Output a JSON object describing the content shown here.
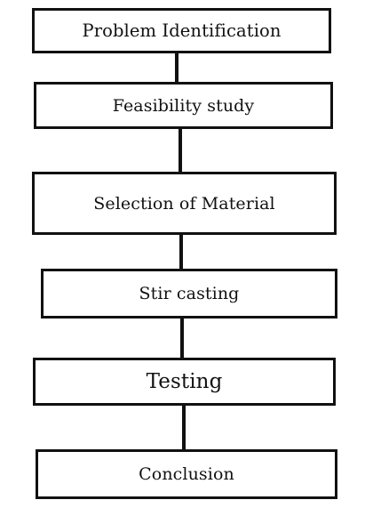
{
  "flowchart": {
    "steps": [
      {
        "label": "Problem Identification"
      },
      {
        "label": "Feasibility study"
      },
      {
        "label": "Selection of Material"
      },
      {
        "label": "Stir casting"
      },
      {
        "label": "Testing"
      },
      {
        "label": "Conclusion"
      }
    ]
  }
}
